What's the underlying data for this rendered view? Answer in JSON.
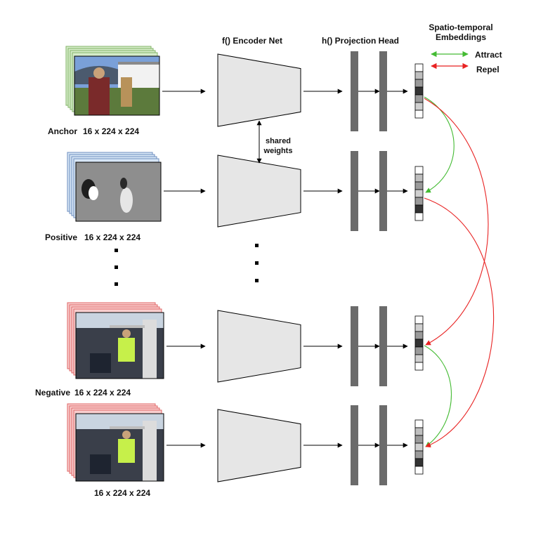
{
  "headers": {
    "encoder": "f() Encoder Net",
    "projection": "h() Projection Head",
    "embeddings_line1": "Spatio-temporal",
    "embeddings_line2": "Embeddings"
  },
  "legend": {
    "attract": "Attract",
    "repel": "Repel",
    "attract_color": "#44bb33",
    "repel_color": "#e82222"
  },
  "shared_weights": {
    "line1": "shared",
    "line2": "weights"
  },
  "rows": [
    {
      "role": "Anchor",
      "dims": "16 x 224 x 224",
      "stack_color": "#d5ecc9",
      "stack_border": "#82b366",
      "image": "outdoor-person-frame-icon"
    },
    {
      "role": "Positive",
      "dims": "16 x 224 x 224",
      "stack_color": "#d7e6f6",
      "stack_border": "#6c8ebf",
      "image": "optical-flow-frame-icon"
    },
    {
      "role": "Negative",
      "dims": "16 x 224 x 224",
      "stack_color": "#f8cdcd",
      "stack_border": "#e06666",
      "image": "gym-pullup-frame-icon"
    },
    {
      "role": "",
      "dims": "16 x 224 x 224",
      "stack_color": "#f8cdcd",
      "stack_border": "#e06666",
      "image": "gym-pullup-frame-icon"
    }
  ],
  "embedding_cells": [
    [
      "#ffffff",
      "#bfbfbf",
      "#9a9a9a",
      "#333333",
      "#9a9a9a",
      "#d0d0d0",
      "#ffffff"
    ],
    [
      "#ffffff",
      "#bfbfbf",
      "#9a9a9a",
      "#d0d0d0",
      "#9a9a9a",
      "#333333",
      "#ffffff"
    ],
    [
      "#ffffff",
      "#d0d0d0",
      "#9a9a9a",
      "#333333",
      "#9a9a9a",
      "#d0d0d0",
      "#ffffff"
    ],
    [
      "#ffffff",
      "#bfbfbf",
      "#9a9a9a",
      "#d0d0d0",
      "#9a9a9a",
      "#333333",
      "#ffffff"
    ]
  ]
}
